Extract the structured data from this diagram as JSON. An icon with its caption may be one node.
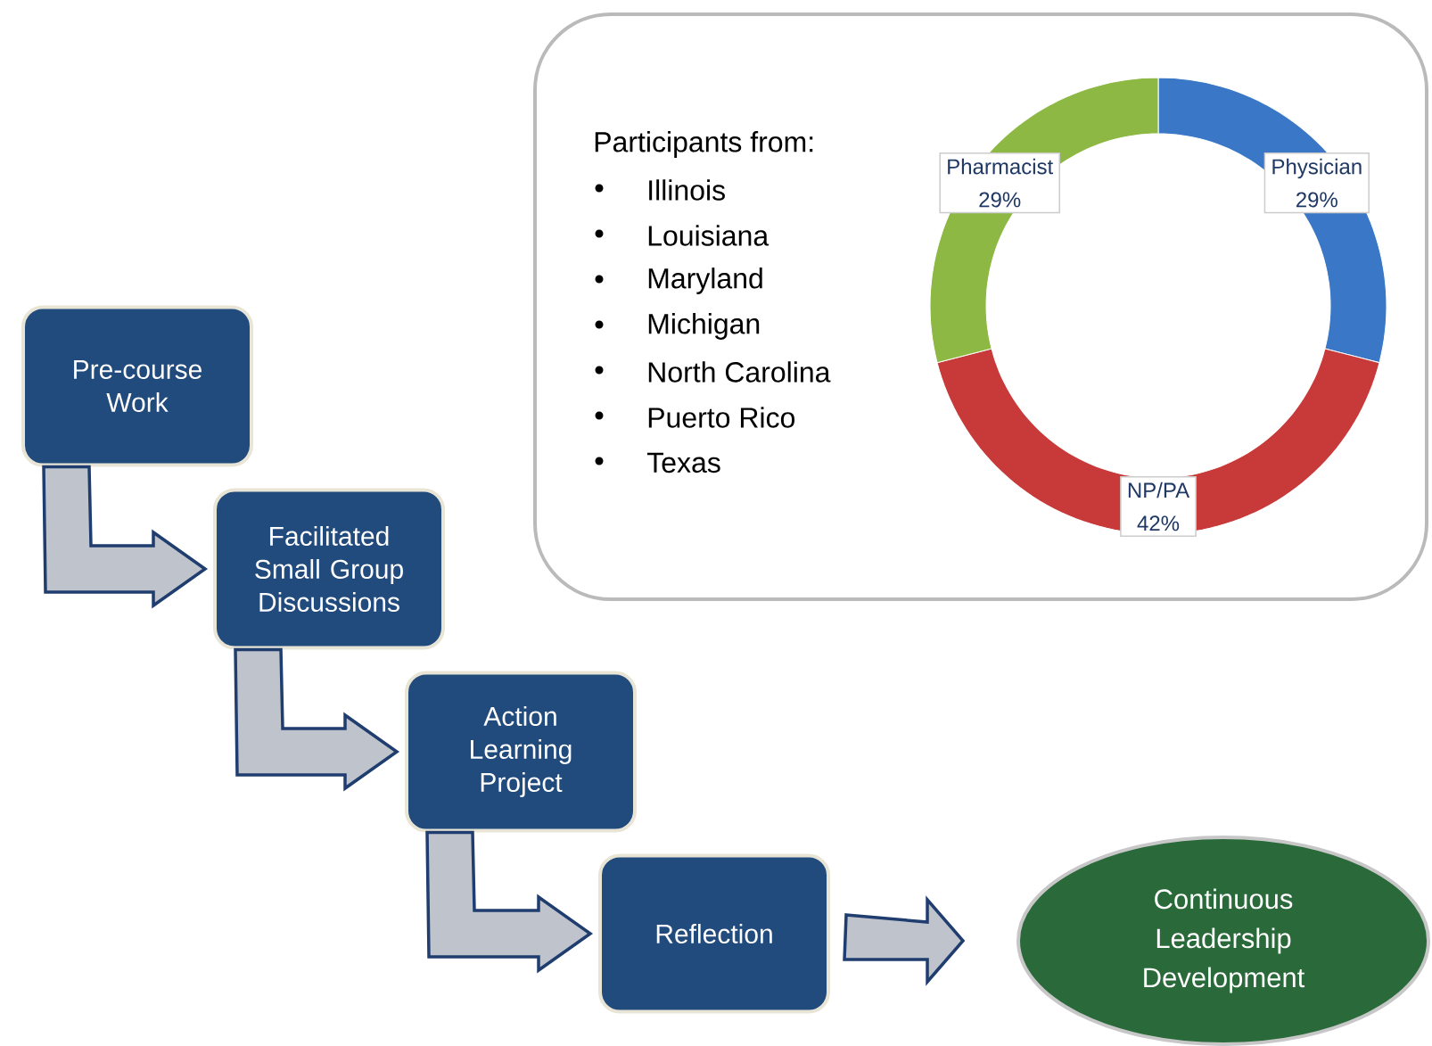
{
  "diagram": {
    "nodes": [
      {
        "text": [
          "Pre-course Work"
        ]
      },
      {
        "text": [
          "Facilitated Small Group Discussions"
        ]
      },
      {
        "text": [
          "Action Learning Project"
        ]
      },
      {
        "text": [
          "Reflection"
        ]
      },
      {
        "text": [
          "Continuous Leadership Development"
        ]
      },
      {
        "text": [
          "Participants from:",
          "Illinois",
          "Louisiana",
          "Maryland",
          "Michigan",
          "North Carolina",
          "Puerto Rico",
          "Texas"
        ]
      }
    ],
    "edges": [
      {
        "from": 0,
        "to": 1,
        "arrow": "to"
      },
      {
        "from": 1,
        "to": 2,
        "arrow": "to"
      },
      {
        "from": 2,
        "to": 3,
        "arrow": "to"
      },
      {
        "from": 3,
        "to": 4,
        "arrow": "to"
      }
    ],
    "chart_data": {
      "type": "donut",
      "categories": [
        "Physician",
        "NP/PA",
        "Pharmacist"
      ],
      "values": [
        29,
        42,
        29
      ],
      "value_labels": [
        "29%",
        "42%",
        "29%"
      ]
    }
  }
}
